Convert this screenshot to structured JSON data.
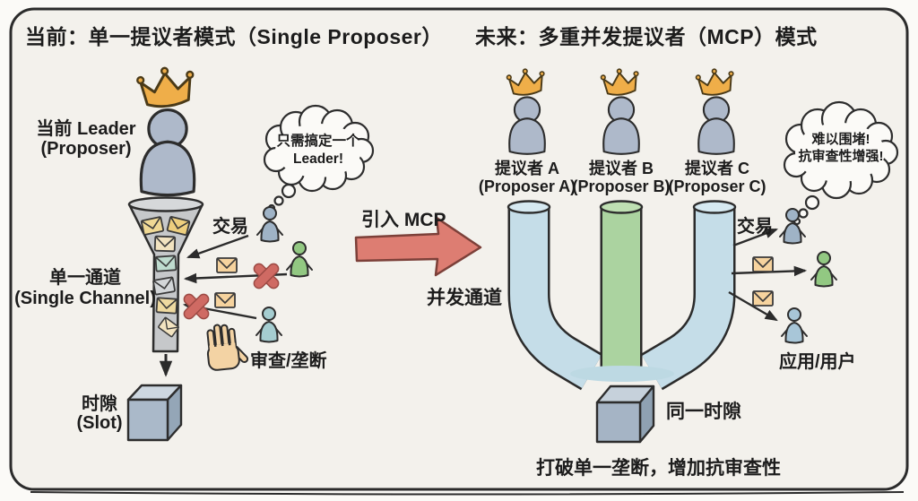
{
  "left": {
    "title": "当前：单一提议者模式（Single Proposer）",
    "leader_label_line1": "当前 Leader",
    "leader_label_line2": "(Proposer)",
    "thought_line1": "只需搞定一个",
    "thought_line2": "Leader!",
    "tx_label": "交易",
    "channel_line1": "单一通道",
    "channel_line2": "(Single Channel)",
    "censor_label": "审查/垄断",
    "slot_line1": "时隙",
    "slot_line2": "(Slot)"
  },
  "middle": {
    "arrow_label": "引入 MCP"
  },
  "right": {
    "title": "未来：多重并发提议者（MCP）模式",
    "proposers": [
      {
        "name": "提议者 A",
        "en": "(Proposer A)"
      },
      {
        "name": "提议者 B",
        "en": "(Proposer B)"
      },
      {
        "name": "提议者 C",
        "en": "(Proposer C)"
      }
    ],
    "channel_label": "并发通道",
    "thought_line1": "难以围堵!",
    "thought_line2": "抗审查性增强!",
    "tx_label": "交易",
    "users_label": "应用/用户",
    "slot_label": "同一时隙",
    "caption": "打破单一垄断，增加抗审查性"
  },
  "palette": {
    "background": "#f3f1ec",
    "frame_stroke": "#2b2b2b",
    "figure_blue": "#aeb9ca",
    "crown_gold": "#efae49",
    "funnel_gray": "#c6c8ca",
    "envelope_cream": "#f2e3c0",
    "envelope_yellow": "#eecf7e",
    "envelope_orange": "#f6d39e",
    "x_red": "#cf6a63",
    "arrow_red": "#dd7d72",
    "tube_blue": "#c5dde8",
    "tube_green": "#abd3a0",
    "person_green": "#92c882",
    "person_teal": "#a5cdd0",
    "cube_blue": "#aab9c9",
    "hand_peach": "#f3d3a4",
    "text": "#1c1c1c"
  }
}
